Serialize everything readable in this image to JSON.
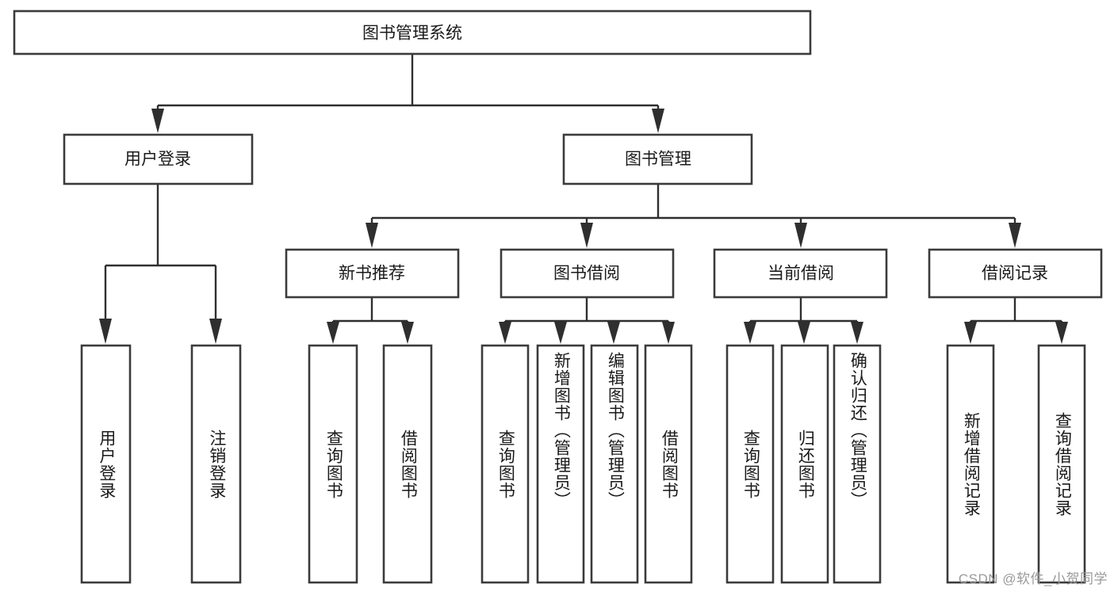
{
  "diagram": {
    "type": "tree",
    "title": "图书管理系统",
    "watermark": "CSDN @软件_小贺同学",
    "colors": {
      "background": "#ffffff",
      "box_stroke": "#3b3b3b",
      "connector": "#2f2f2f",
      "text": "#1a1a1a",
      "watermark": "#9a9a9a"
    },
    "levels": {
      "root": {
        "label": "图书管理系统"
      },
      "level2": [
        {
          "id": "user-login",
          "label": "用户登录"
        },
        {
          "id": "book-manage",
          "label": "图书管理"
        }
      ],
      "level3": [
        {
          "id": "new-book-rec",
          "label": "新书推荐",
          "parent": "book-manage"
        },
        {
          "id": "book-borrow",
          "label": "图书借阅",
          "parent": "book-manage"
        },
        {
          "id": "current-borrow",
          "label": "当前借阅",
          "parent": "book-manage"
        },
        {
          "id": "borrow-record",
          "label": "借阅记录",
          "parent": "book-manage"
        }
      ],
      "leaves": [
        {
          "id": "leaf-user-login",
          "label": "用户登录",
          "parent": "user-login"
        },
        {
          "id": "leaf-logout",
          "label": "注销登录",
          "parent": "user-login"
        },
        {
          "id": "leaf-query-book-1",
          "label": "查询图书",
          "parent": "new-book-rec"
        },
        {
          "id": "leaf-borrow-book-1",
          "label": "借阅图书",
          "parent": "new-book-rec"
        },
        {
          "id": "leaf-query-book-2",
          "label": "查询图书",
          "parent": "book-borrow"
        },
        {
          "id": "leaf-add-book",
          "label": "新增图书（管理员）",
          "parent": "book-borrow"
        },
        {
          "id": "leaf-edit-book",
          "label": "编辑图书（管理员）",
          "parent": "book-borrow"
        },
        {
          "id": "leaf-borrow-book-2",
          "label": "借阅图书",
          "parent": "book-borrow"
        },
        {
          "id": "leaf-query-book-3",
          "label": "查询图书",
          "parent": "current-borrow"
        },
        {
          "id": "leaf-return-book",
          "label": "归还图书",
          "parent": "current-borrow"
        },
        {
          "id": "leaf-confirm-return",
          "label": "确认归还（管理员）",
          "parent": "current-borrow"
        },
        {
          "id": "leaf-add-record",
          "label": "新增借阅记录",
          "parent": "borrow-record"
        },
        {
          "id": "leaf-query-record",
          "label": "查询借阅记录",
          "parent": "borrow-record"
        }
      ]
    }
  }
}
